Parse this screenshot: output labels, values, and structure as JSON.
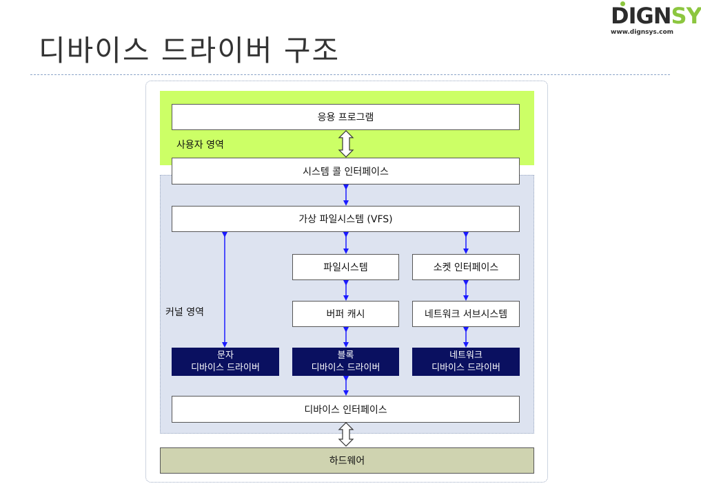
{
  "title": "디바이스 드라이버 구조",
  "logo": {
    "brand_left": "DIGN",
    "brand_right": "SYS",
    "url": "www.dignsys.com"
  },
  "areas": {
    "user": "사용자 영역",
    "kernel": "커널 영역"
  },
  "boxes": {
    "app": "응용 프로그램",
    "syscall": "시스템 콜 인터페이스",
    "vfs": "가상 파일시스템 (VFS)",
    "filesystem": "파일시스템",
    "socket": "소켓 인터페이스",
    "buffer_cache": "버퍼 캐시",
    "net_subsystem": "네트워크 서브시스템",
    "device_interface": "디바이스 인터페이스",
    "hardware": "하드웨어"
  },
  "drivers": {
    "char": {
      "line1": "문자",
      "line2": "디바이스 드라이버"
    },
    "block": {
      "line1": "블록",
      "line2": "디바이스 드라이버"
    },
    "net": {
      "line1": "네트워크",
      "line2": "디바이스 드라이버"
    }
  },
  "colors": {
    "user_area": "#ccff66",
    "kernel_area": "#dde3f0",
    "driver_box": "#0a1060",
    "hardware": "#cfd3b0",
    "arrow": "#1a1aff",
    "logo_accent": "#8cc63f"
  }
}
